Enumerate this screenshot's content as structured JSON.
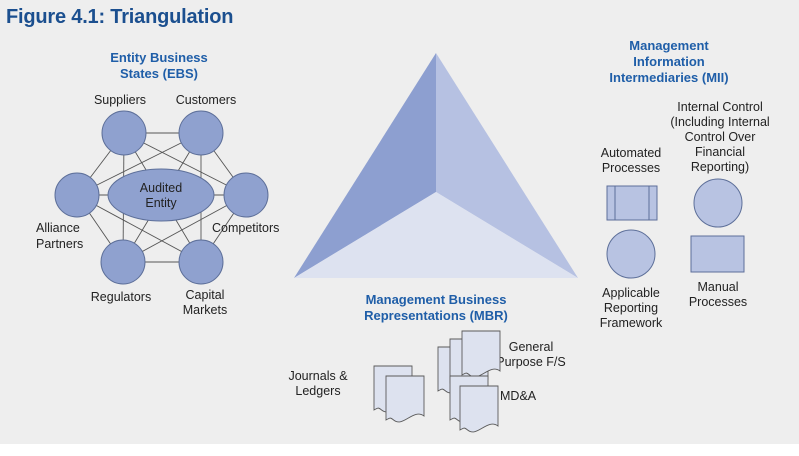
{
  "figure_title": "Figure 4.1: Triangulation",
  "ebs": {
    "header": [
      "Entity Business",
      "States (EBS)"
    ],
    "center_label": [
      "Audited",
      "Entity"
    ],
    "nodes": {
      "suppliers": "Suppliers",
      "customers": "Customers",
      "alliance": [
        "Alliance",
        "Partners"
      ],
      "competitors": "Competitors",
      "regulators": "Regulators",
      "capital_markets": [
        "Capital",
        "Markets"
      ]
    }
  },
  "mii": {
    "header": [
      "Management",
      "Information",
      "Intermediaries (MII)"
    ],
    "internal_control": [
      "Internal Control",
      "(Including Internal",
      "Control Over",
      "Financial",
      "Reporting)"
    ],
    "automated_processes": [
      "Automated",
      "Processes"
    ],
    "applicable_framework": [
      "Applicable",
      "Reporting",
      "Framework"
    ],
    "manual_processes": [
      "Manual",
      "Processes"
    ]
  },
  "mbr": {
    "header": [
      "Management Business",
      "Representations (MBR)"
    ],
    "journals": [
      "Journals &",
      "Ledgers"
    ],
    "general_purpose": [
      "General",
      "Purpose F/S"
    ],
    "mdna": "MD&A"
  },
  "colors": {
    "title": "#1b4f8f",
    "header": "#1f5ea8",
    "node_fill": "#8fa1cf",
    "node_stroke": "#5d6f99",
    "triangle_left": "#8d9fd0",
    "triangle_right": "#b6c1e2",
    "triangle_bottom": "#dde2f0",
    "doc_fill": "#dde2ef",
    "background": "#eeeeee"
  }
}
